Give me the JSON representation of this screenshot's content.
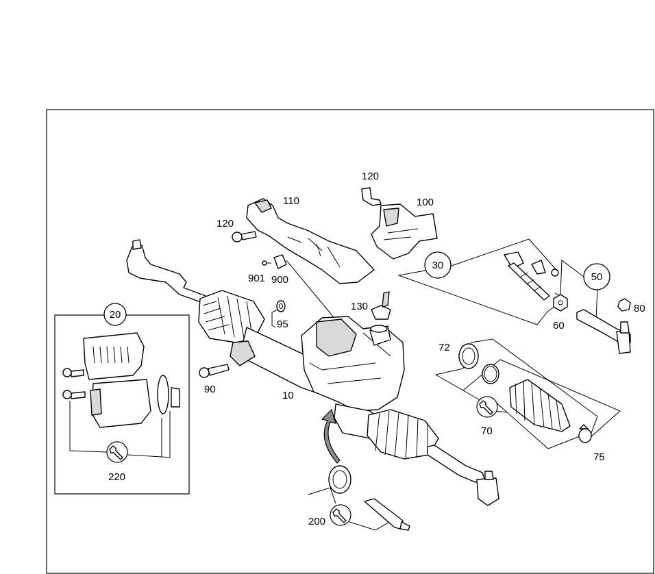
{
  "callouts": {
    "p10": "10",
    "p20": "20",
    "p30": "30",
    "p50": "50",
    "p60": "60",
    "p70": "70",
    "p72": "72",
    "p75": "75",
    "p80": "80",
    "p90": "90",
    "p95": "95",
    "p100": "100",
    "p110": "110",
    "p120a": "120",
    "p120b": "120",
    "p130": "130",
    "p200": "200",
    "p220": "220",
    "p900": "900",
    "p901": "901"
  },
  "icons": {
    "tool": "wrench-icon",
    "arrow": "assembly-direction-arrow"
  },
  "colors": {
    "line": "#000000",
    "background": "#ffffff",
    "shade": "#d9d9d9"
  }
}
